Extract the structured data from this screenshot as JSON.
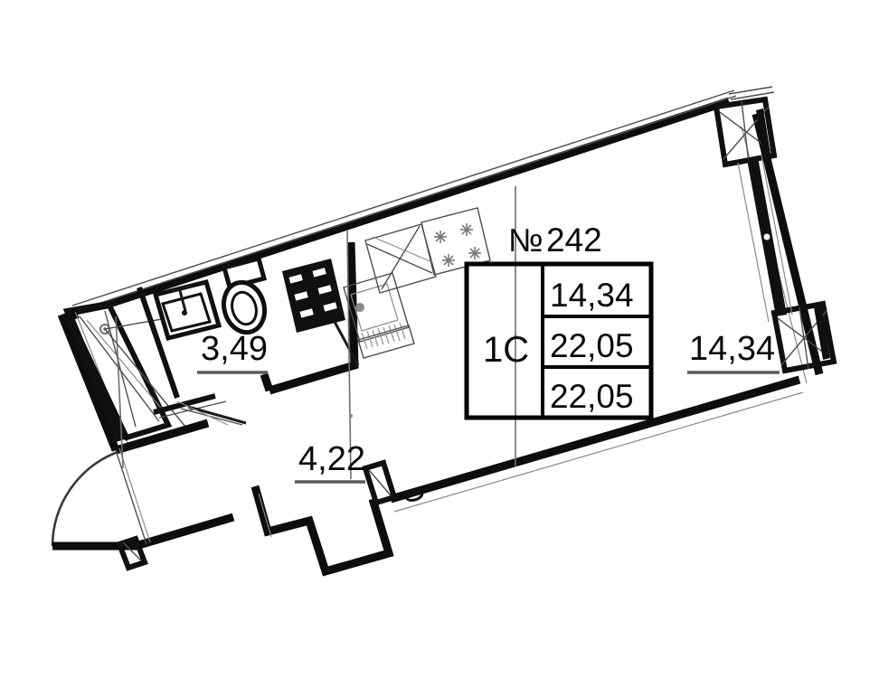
{
  "document": {
    "kind": "floor-plan",
    "apartment_number_prefix": "№",
    "apartment_number": "242",
    "apartment_type": "1C"
  },
  "info_table": {
    "title_prefix": "№",
    "title_number": "242",
    "type_cell": "1C",
    "rows": [
      {
        "value": "14,34"
      },
      {
        "value": "22,05"
      },
      {
        "value": "22,05"
      }
    ]
  },
  "room_labels": [
    {
      "name": "bathroom-area",
      "value": "3,49"
    },
    {
      "name": "hall-area",
      "value": "4,22"
    },
    {
      "name": "living-room-area",
      "value": "14,34"
    }
  ],
  "fixtures": [
    {
      "name": "sink-icon"
    },
    {
      "name": "toilet-icon"
    },
    {
      "name": "shaft-icon"
    },
    {
      "name": "stove-icon"
    },
    {
      "name": "kitchen-sink-icon"
    },
    {
      "name": "entry-door-icon"
    },
    {
      "name": "window-icon"
    }
  ],
  "colors": {
    "ink": "#0d0d0d",
    "paper": "#ffffff",
    "hairline": "#6e6e6e",
    "underline": "#5a5a5a"
  }
}
